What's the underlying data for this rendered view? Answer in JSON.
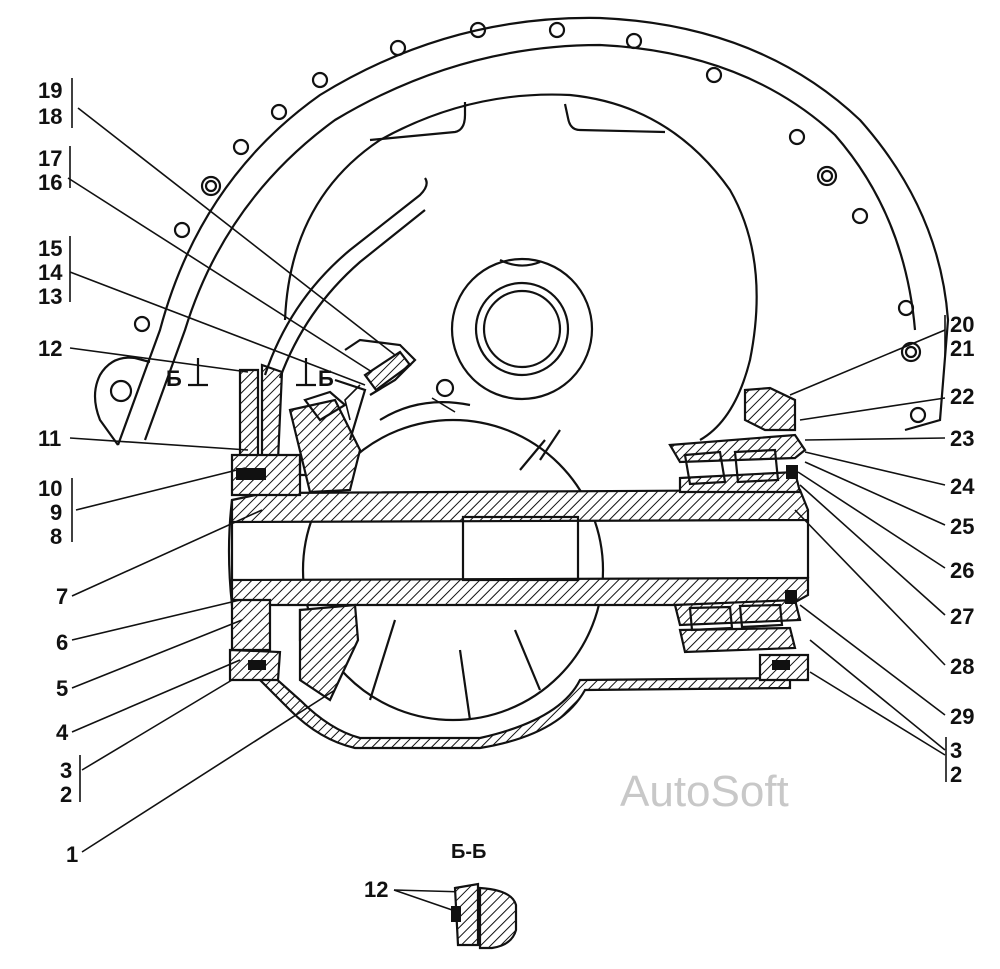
{
  "callouts": {
    "c19": "19",
    "c18": "18",
    "c17": "17",
    "c16": "16",
    "c15": "15",
    "c14": "14",
    "c13": "13",
    "c12": "12",
    "c11": "11",
    "c10": "10",
    "c9": "9",
    "c8": "8",
    "c7": "7",
    "c6": "6",
    "c5": "5",
    "c4": "4",
    "c3l": "3",
    "c2l": "2",
    "c1": "1",
    "c20": "20",
    "c21": "21",
    "c22": "22",
    "c23": "23",
    "c24": "24",
    "c25": "25",
    "c26": "26",
    "c27": "27",
    "c28": "28",
    "c29": "29",
    "c3r": "3",
    "c2r": "2"
  },
  "section_marks": {
    "left": "Б",
    "right": "Б"
  },
  "section_view": {
    "title": "Б-Б",
    "callout": "12"
  },
  "watermark": "AutoSoft"
}
